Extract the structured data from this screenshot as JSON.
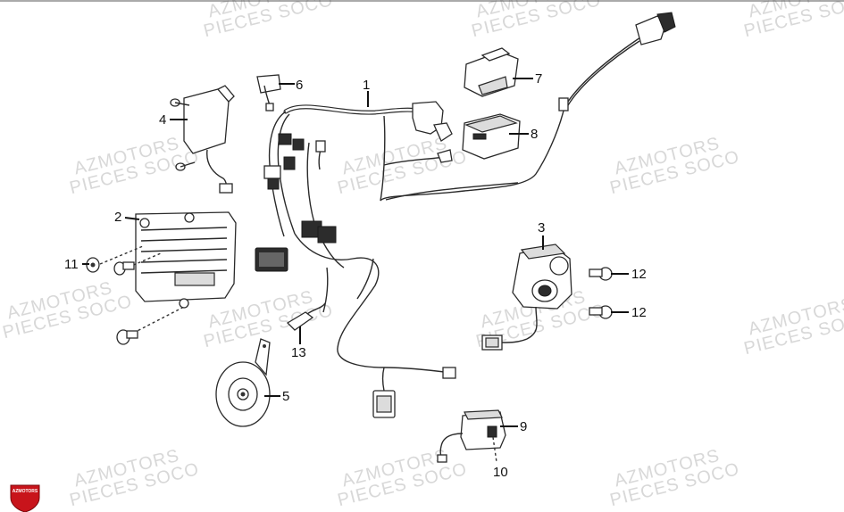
{
  "watermark": {
    "line1": "AZMOTORS",
    "line2": "PIECES SOCO"
  },
  "logo": {
    "text": "AZMOTORS",
    "color": "#c8141b"
  },
  "callouts": [
    {
      "id": "1",
      "label": "1"
    },
    {
      "id": "2",
      "label": "2"
    },
    {
      "id": "3",
      "label": "3"
    },
    {
      "id": "4",
      "label": "4"
    },
    {
      "id": "5",
      "label": "5"
    },
    {
      "id": "6",
      "label": "6"
    },
    {
      "id": "7",
      "label": "7"
    },
    {
      "id": "8",
      "label": "8"
    },
    {
      "id": "9",
      "label": "9"
    },
    {
      "id": "10",
      "label": "10"
    },
    {
      "id": "11",
      "label": "11"
    },
    {
      "id": "12a",
      "label": "12"
    },
    {
      "id": "12b",
      "label": "12"
    },
    {
      "id": "13",
      "label": "13"
    }
  ]
}
